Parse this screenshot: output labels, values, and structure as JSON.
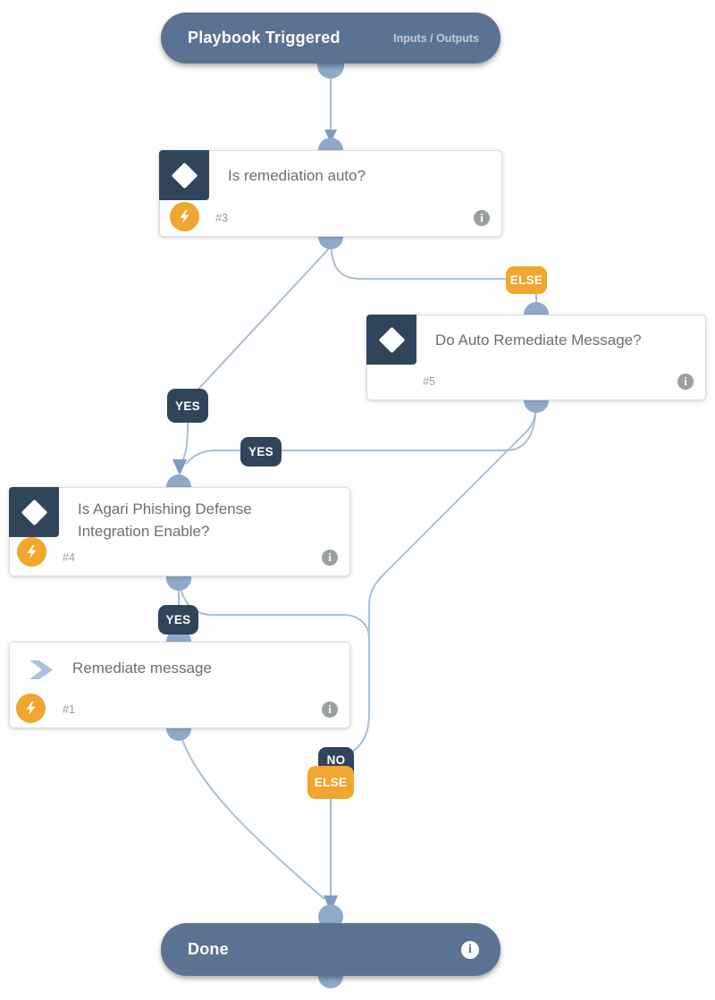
{
  "diagram": {
    "start": {
      "label": "Playbook Triggered",
      "secondary_label": "Inputs / Outputs"
    },
    "end": {
      "label": "Done",
      "info_icon": "i"
    },
    "nodes": [
      {
        "title": "Is remediation auto?",
        "id": "#3",
        "type": "condition",
        "automated": true
      },
      {
        "title": "Do Auto Remediate Message?",
        "id": "#5",
        "type": "condition",
        "automated": false
      },
      {
        "title": "Is Agari Phishing Defense Integration Enable?",
        "id": "#4",
        "type": "condition",
        "automated": true
      },
      {
        "title": "Remediate message",
        "id": "#1",
        "type": "task",
        "automated": true
      }
    ],
    "edge_labels": {
      "else_top": "ELSE",
      "yes_1": "YES",
      "yes_2": "YES",
      "yes_3": "YES",
      "no": "NO",
      "else_bottom": "ELSE"
    },
    "info_icon": "i",
    "colors": {
      "pill_blue": "#5b7292",
      "navy": "#30455a",
      "accent_orange": "#f0a62f",
      "wire_blue": "#a9bed8",
      "connector_blue": "#8fa9c8",
      "card_text": "#6e6e6e"
    }
  }
}
